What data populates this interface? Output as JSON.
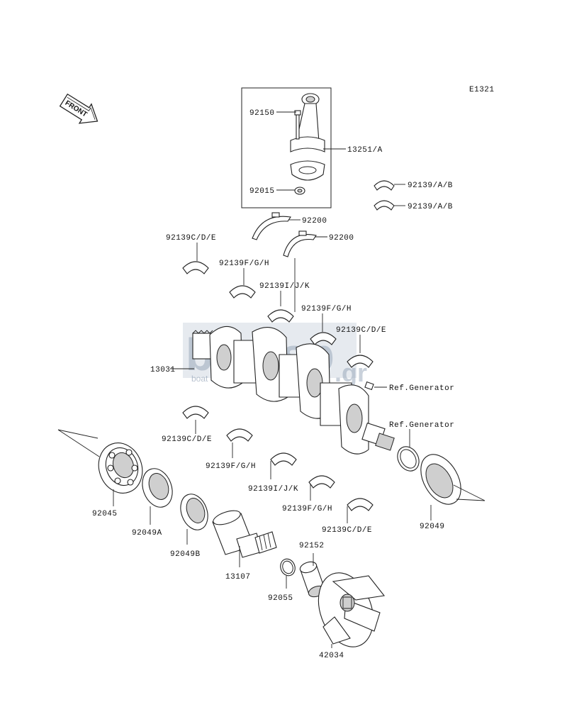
{
  "diagram_code": "E1321",
  "front_label": "FRONT",
  "watermark": {
    "brand": "boatsp",
    "suffix": ".gr",
    "tagline": "boat spare parts"
  },
  "labels": {
    "p92150": "92150",
    "p13251a": "13251/A",
    "p92015": "92015",
    "p92139ab_1": "92139/A/B",
    "p92139ab_2": "92139/A/B",
    "p92200_1": "92200",
    "p92200_2": "92200",
    "p92139cde_1": "92139C/D/E",
    "p92139fgh_1": "92139F/G/H",
    "p92139ijk_1": "92139I/J/K",
    "p92139fgh_2": "92139F/G/H",
    "p92139cde_2": "92139C/D/E",
    "p13031": "13031",
    "ref_gen_1": "Ref.Generator",
    "ref_gen_2": "Ref.Generator",
    "p92139cde_3": "92139C/D/E",
    "p92139fgh_3": "92139F/G/H",
    "p92139ijk_2": "92139I/J/K",
    "p92139fgh_4": "92139F/G/H",
    "p92139cde_4": "92139C/D/E",
    "p92045": "92045",
    "p92049a": "92049A",
    "p92049b": "92049B",
    "p13107": "13107",
    "p92152": "92152",
    "p92055": "92055",
    "p92049": "92049",
    "p42034": "42034"
  }
}
